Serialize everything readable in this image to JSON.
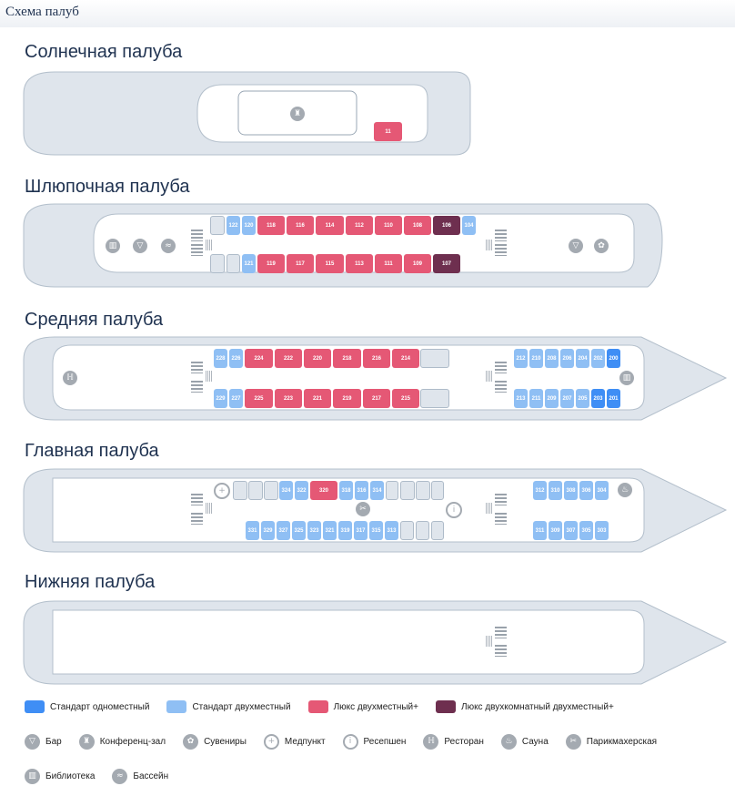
{
  "page_title": "Схема палуб",
  "decks": {
    "sun": {
      "title": "Солнечная палуба",
      "cabins": [
        "11"
      ]
    },
    "boat": {
      "title": "Шлюпочная палуба",
      "top": [
        "122",
        "120",
        "118",
        "116",
        "114",
        "112",
        "110",
        "108",
        "106",
        "104"
      ],
      "bottom": [
        "121",
        "119",
        "117",
        "115",
        "113",
        "111",
        "109",
        "107"
      ]
    },
    "middle": {
      "title": "Средняя палуба",
      "top_left": [
        "228",
        "226",
        "224",
        "222",
        "220",
        "218",
        "216",
        "214"
      ],
      "bottom_left": [
        "229",
        "227",
        "225",
        "223",
        "221",
        "219",
        "217",
        "215"
      ],
      "top_right": [
        "212",
        "210",
        "208",
        "206",
        "204",
        "202",
        "200"
      ],
      "bottom_right": [
        "213",
        "211",
        "209",
        "207",
        "205",
        "203",
        "201"
      ]
    },
    "main": {
      "title": "Главная палуба",
      "top_left": [
        "324",
        "322",
        "320",
        "318",
        "316",
        "314"
      ],
      "bottom_left": [
        "331",
        "329",
        "327",
        "325",
        "323",
        "321",
        "319",
        "317",
        "315",
        "313"
      ],
      "top_right": [
        "312",
        "310",
        "308",
        "306",
        "304"
      ],
      "bottom_right": [
        "311",
        "309",
        "307",
        "305",
        "303"
      ]
    },
    "lower": {
      "title": "Нижняя палуба"
    }
  },
  "legend": {
    "categories": [
      {
        "label": "Стандарт одноместный",
        "color": "#3f8ef5"
      },
      {
        "label": "Стандарт двухместный",
        "color": "#8fbff4"
      },
      {
        "label": "Люкс двухместный+",
        "color": "#e55875"
      },
      {
        "label": "Люкс двухкомнатный двухместный+",
        "color": "#6e2f4f"
      }
    ],
    "facilities": [
      {
        "label": "Бар",
        "icon": "bar-icon"
      },
      {
        "label": "Конференц-зал",
        "icon": "conference-icon"
      },
      {
        "label": "Сувениры",
        "icon": "souvenir-icon"
      },
      {
        "label": "Медпункт",
        "icon": "medical-icon"
      },
      {
        "label": "Ресепшен",
        "icon": "reception-icon"
      },
      {
        "label": "Ресторан",
        "icon": "restaurant-icon"
      },
      {
        "label": "Сауна",
        "icon": "sauna-icon"
      },
      {
        "label": "Парикмахерская",
        "icon": "barber-icon"
      },
      {
        "label": "Библиотека",
        "icon": "library-icon"
      },
      {
        "label": "Бассейн",
        "icon": "pool-icon"
      }
    ]
  }
}
